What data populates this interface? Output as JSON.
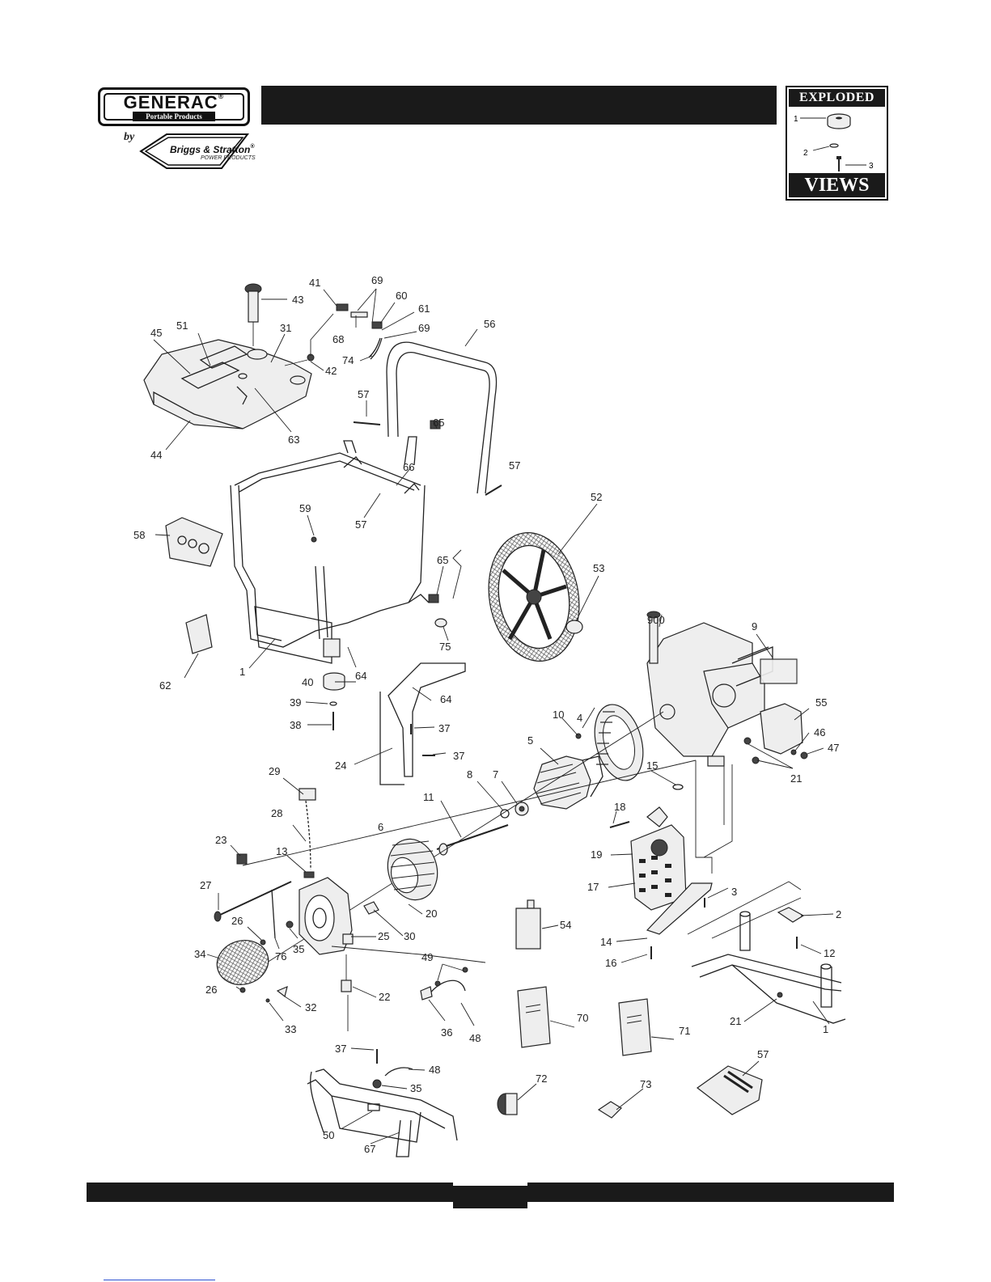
{
  "header": {
    "brand": "GENERAC",
    "brand_registered": "®",
    "brand_subtitle": "Portable Products",
    "by": "by",
    "partner": "Briggs & Stratton",
    "partner_registered": "®",
    "partner_subtitle": "POWER PRODUCTS",
    "badge_top": "EXPLODED",
    "badge_bottom": "VIEWS",
    "badge_callouts": [
      "1",
      "2",
      "3"
    ]
  },
  "callouts": [
    {
      "id": "900"
    },
    {
      "id": "1"
    },
    {
      "id": "1"
    },
    {
      "id": "2"
    },
    {
      "id": "3"
    },
    {
      "id": "4"
    },
    {
      "id": "5"
    },
    {
      "id": "6"
    },
    {
      "id": "7"
    },
    {
      "id": "8"
    },
    {
      "id": "9"
    },
    {
      "id": "10"
    },
    {
      "id": "11"
    },
    {
      "id": "12"
    },
    {
      "id": "13"
    },
    {
      "id": "14"
    },
    {
      "id": "15"
    },
    {
      "id": "16"
    },
    {
      "id": "17"
    },
    {
      "id": "18"
    },
    {
      "id": "19"
    },
    {
      "id": "20"
    },
    {
      "id": "21"
    },
    {
      "id": "21"
    },
    {
      "id": "22"
    },
    {
      "id": "23"
    },
    {
      "id": "24"
    },
    {
      "id": "25"
    },
    {
      "id": "26"
    },
    {
      "id": "26"
    },
    {
      "id": "27"
    },
    {
      "id": "28"
    },
    {
      "id": "29"
    },
    {
      "id": "30"
    },
    {
      "id": "31"
    },
    {
      "id": "32"
    },
    {
      "id": "33"
    },
    {
      "id": "34"
    },
    {
      "id": "35"
    },
    {
      "id": "35"
    },
    {
      "id": "36"
    },
    {
      "id": "37"
    },
    {
      "id": "37"
    },
    {
      "id": "37"
    },
    {
      "id": "38"
    },
    {
      "id": "39"
    },
    {
      "id": "40"
    },
    {
      "id": "41"
    },
    {
      "id": "42"
    },
    {
      "id": "43"
    },
    {
      "id": "44"
    },
    {
      "id": "45"
    },
    {
      "id": "46"
    },
    {
      "id": "47"
    },
    {
      "id": "48"
    },
    {
      "id": "48"
    },
    {
      "id": "49"
    },
    {
      "id": "50"
    },
    {
      "id": "51"
    },
    {
      "id": "52"
    },
    {
      "id": "53"
    },
    {
      "id": "54"
    },
    {
      "id": "55"
    },
    {
      "id": "56"
    },
    {
      "id": "57"
    },
    {
      "id": "57"
    },
    {
      "id": "57"
    },
    {
      "id": "57"
    },
    {
      "id": "58"
    },
    {
      "id": "59"
    },
    {
      "id": "60"
    },
    {
      "id": "61"
    },
    {
      "id": "62"
    },
    {
      "id": "63"
    },
    {
      "id": "64"
    },
    {
      "id": "64"
    },
    {
      "id": "65"
    },
    {
      "id": "65"
    },
    {
      "id": "66"
    },
    {
      "id": "67"
    },
    {
      "id": "68"
    },
    {
      "id": "69"
    },
    {
      "id": "69"
    },
    {
      "id": "70"
    },
    {
      "id": "71"
    },
    {
      "id": "72"
    },
    {
      "id": "73"
    },
    {
      "id": "74"
    },
    {
      "id": "75"
    },
    {
      "id": "76"
    }
  ]
}
